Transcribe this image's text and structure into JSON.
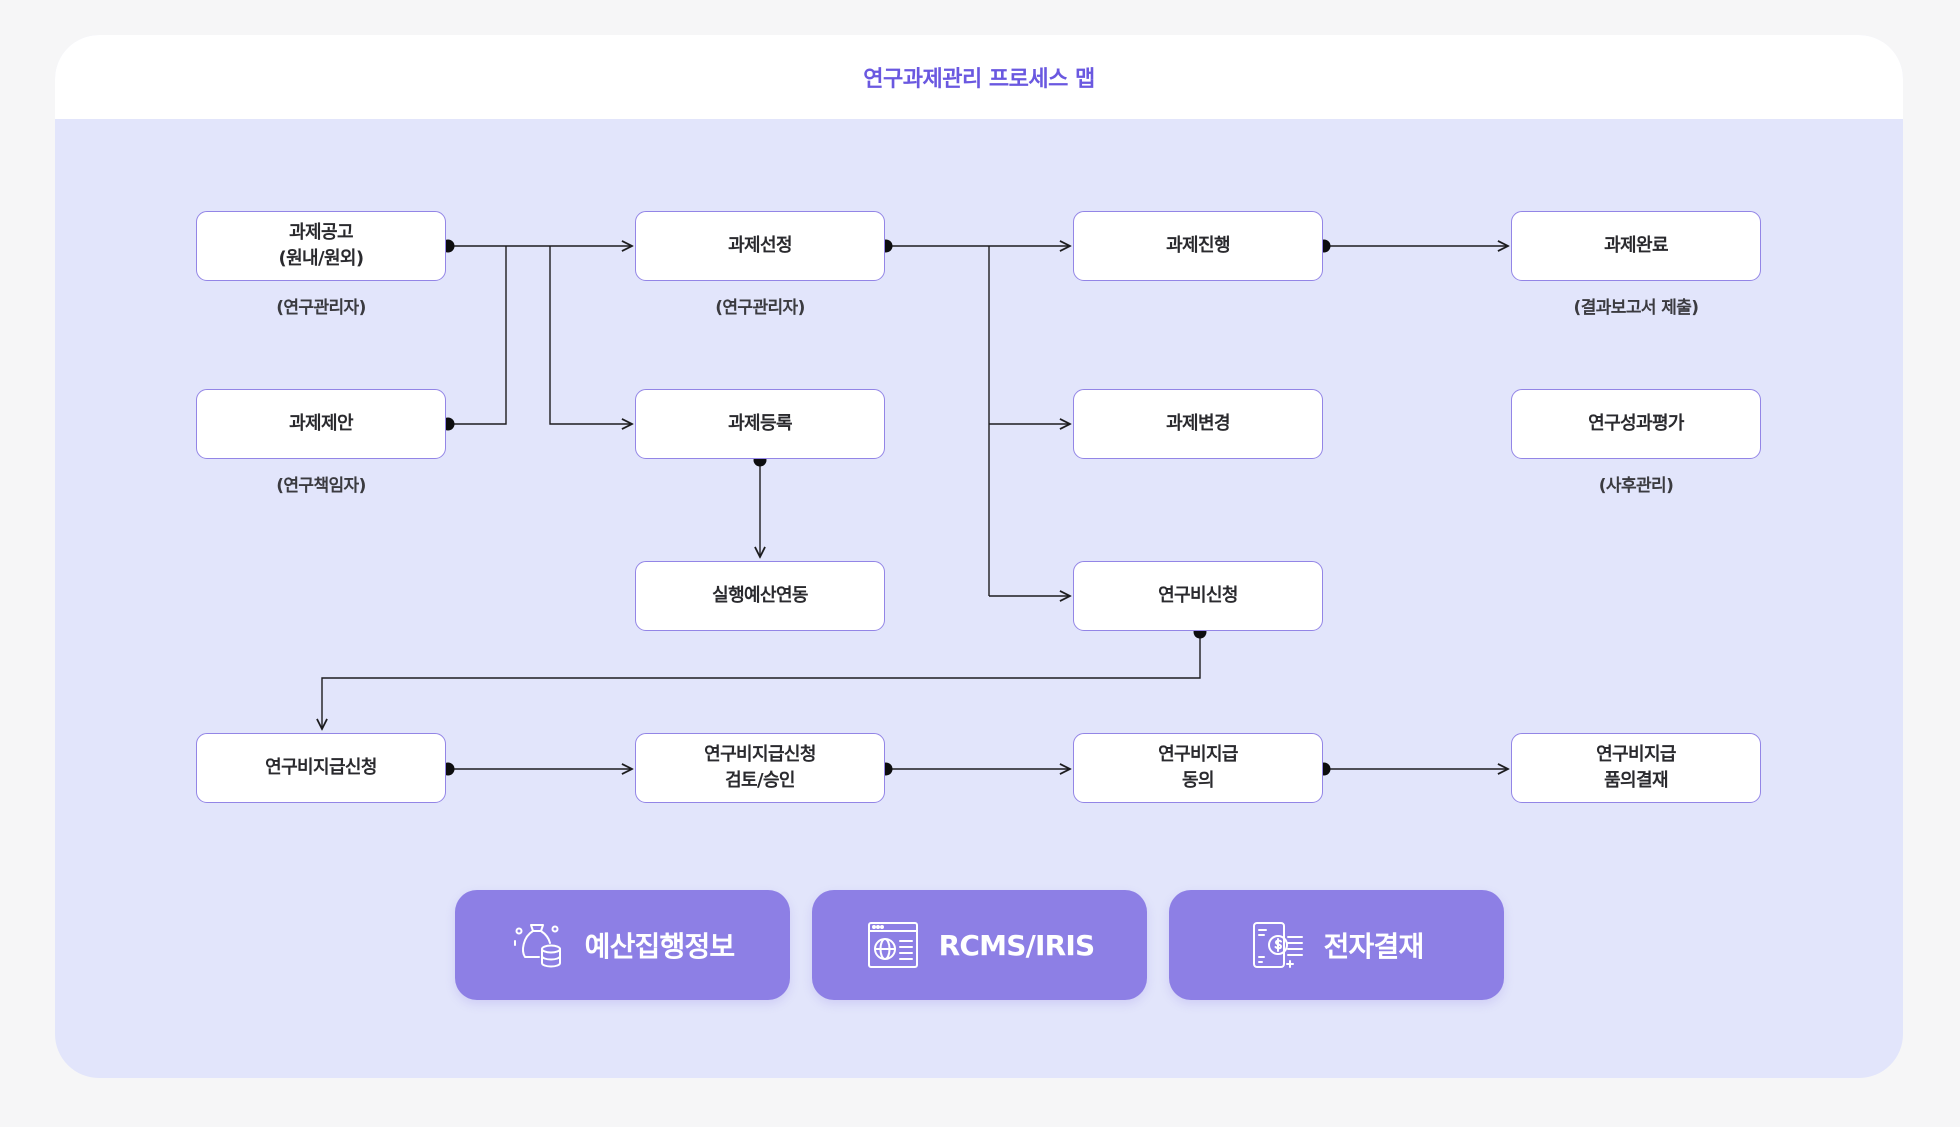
{
  "title": "연구과제관리 프로세스 맵",
  "nodes": {
    "announce": [
      "과제공고",
      "(원내/원외)"
    ],
    "select": [
      "과제선정"
    ],
    "progress": [
      "과제진행"
    ],
    "complete": [
      "과제완료"
    ],
    "propose": [
      "과제제안"
    ],
    "register": [
      "과제등록"
    ],
    "change": [
      "과제변경"
    ],
    "evaluate": [
      "연구성과평가"
    ],
    "budget": [
      "실행예산연동"
    ],
    "apply": [
      "연구비신청"
    ],
    "pay_request": [
      "연구비지급신청"
    ],
    "review": [
      "연구비지급신청",
      "검토/승인"
    ],
    "agree": [
      "연구비지급",
      "동의"
    ],
    "approval": [
      "연구비지급",
      "품의결재"
    ]
  },
  "captions": {
    "announce": "(연구관리자)",
    "select": "(연구관리자)",
    "complete": "(결과보고서 제출)",
    "propose": "(연구책임자)",
    "evaluate": "(사후관리)"
  },
  "buttons": {
    "budget_info": {
      "label": "예산집행정보",
      "icon": "budget-database-icon"
    },
    "rcms": {
      "label": "RCMS/IRIS",
      "icon": "web-browser-icon"
    },
    "esign": {
      "label": "전자결재",
      "icon": "payment-document-icon"
    }
  },
  "colors": {
    "accent": "#6a58e0",
    "panel": "#e2e5fb",
    "node_border": "#9385e6",
    "pill": "#8d7fe5"
  }
}
